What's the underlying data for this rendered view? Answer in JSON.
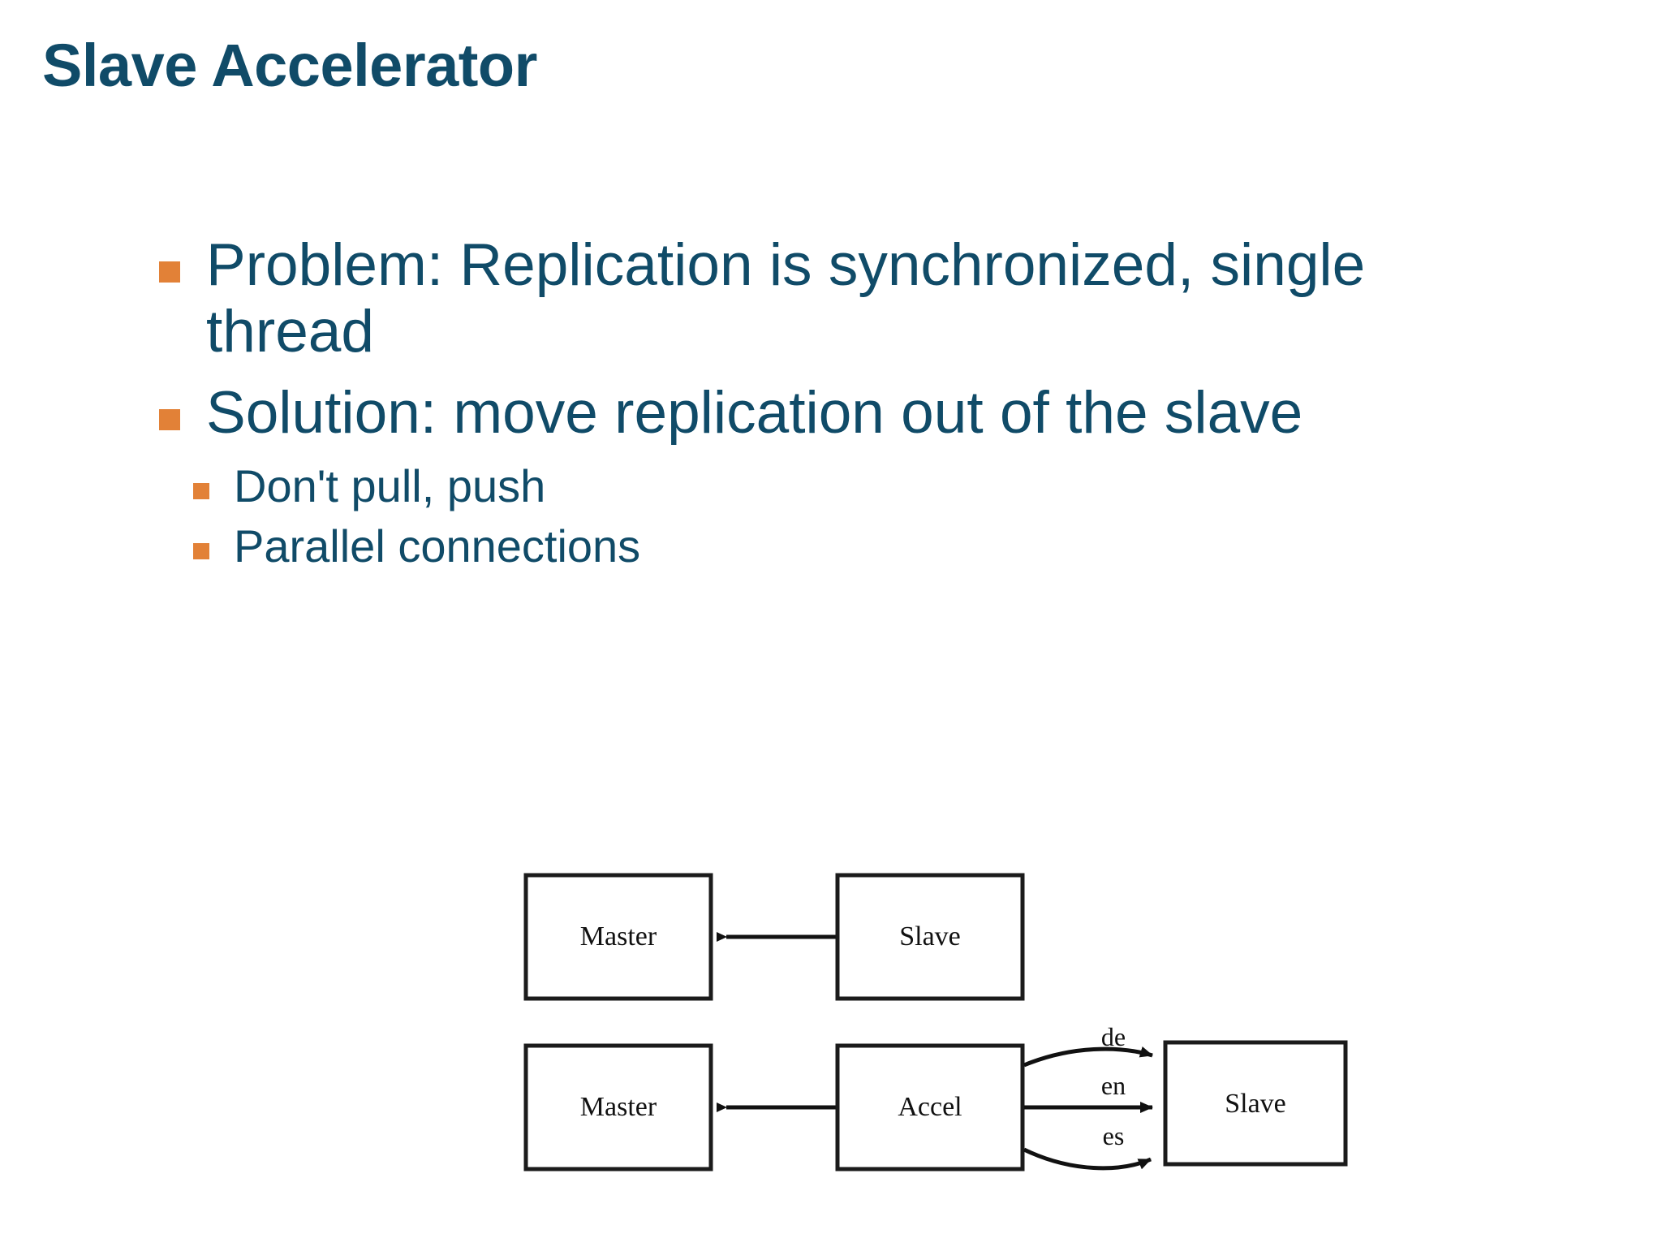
{
  "slide": {
    "title": "Slave Accelerator",
    "background_color": "#FFFFFF",
    "text_color": "#104B68",
    "bullet_color": "#E28137"
  },
  "bullets": [
    {
      "level": 1,
      "text": "Problem: Replication is synchronized, single thread"
    },
    {
      "level": 1,
      "text": "Solution: move replication out of the slave"
    },
    {
      "level": 2,
      "text": "Don't pull, push"
    },
    {
      "level": 2,
      "text": "Parallel connections"
    }
  ],
  "diagram": {
    "title": "",
    "top_row": {
      "left_box": "Master",
      "right_box": "Slave",
      "arrow_direction": "right-to-left"
    },
    "bottom_row": {
      "left_box": "Master",
      "middle_box": "Accel",
      "right_box": "Slave",
      "arrow_direction": "right-to-left",
      "connection_labels": [
        "de",
        "en",
        "es"
      ]
    }
  }
}
